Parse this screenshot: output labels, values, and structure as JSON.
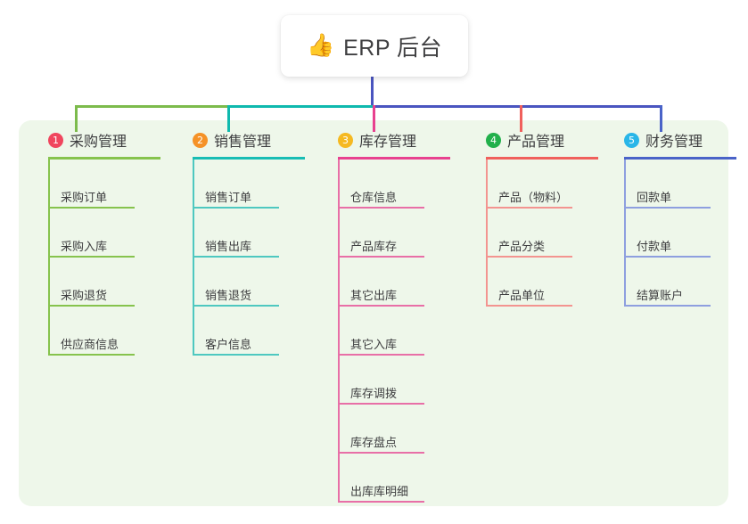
{
  "title": {
    "icon": "thumbs-up-icon",
    "icon_glyph": "👍",
    "text": "ERP 后台"
  },
  "colors": {
    "panel_bg": "#eef7ea",
    "card_bg": "#ffffff",
    "bus_left_green": "#7cbb4c",
    "bus_teal": "#0fb9ae",
    "bus_purple": "#4a55c0",
    "stub_pink": "#e8418f",
    "stub_red": "#f0605c",
    "stub_blue": "#4a63c8"
  },
  "columns": [
    {
      "number": "1",
      "label": "采购管理",
      "badge_color": "#f0465e",
      "rule_color": "#86c34d",
      "line_color": "#86c34d",
      "items": [
        "采购订单",
        "采购入库",
        "采购退货",
        "供应商信息"
      ]
    },
    {
      "number": "2",
      "label": "销售管理",
      "badge_color": "#f59227",
      "rule_color": "#18bdb4",
      "line_color": "#4ec8c0",
      "items": [
        "销售订单",
        "销售出库",
        "销售退货",
        "客户信息"
      ]
    },
    {
      "number": "3",
      "label": "库存管理",
      "badge_color": "#f5b921",
      "rule_color": "#e8418f",
      "line_color": "#e86fa7",
      "items": [
        "仓库信息",
        "产品库存",
        "其它出库",
        "其它入库",
        "库存调拨",
        "库存盘点",
        "出库库明细"
      ]
    },
    {
      "number": "4",
      "label": "产品管理",
      "badge_color": "#21b04b",
      "rule_color": "#f0605c",
      "line_color": "#f39490",
      "items": [
        "产品（物料）",
        "产品分类",
        "产品单位"
      ]
    },
    {
      "number": "5",
      "label": "财务管理",
      "badge_color": "#29b6e8",
      "rule_color": "#4a63c8",
      "line_color": "#8e9fdf",
      "items": [
        "回款单",
        "付款单",
        "结算账户"
      ]
    }
  ]
}
